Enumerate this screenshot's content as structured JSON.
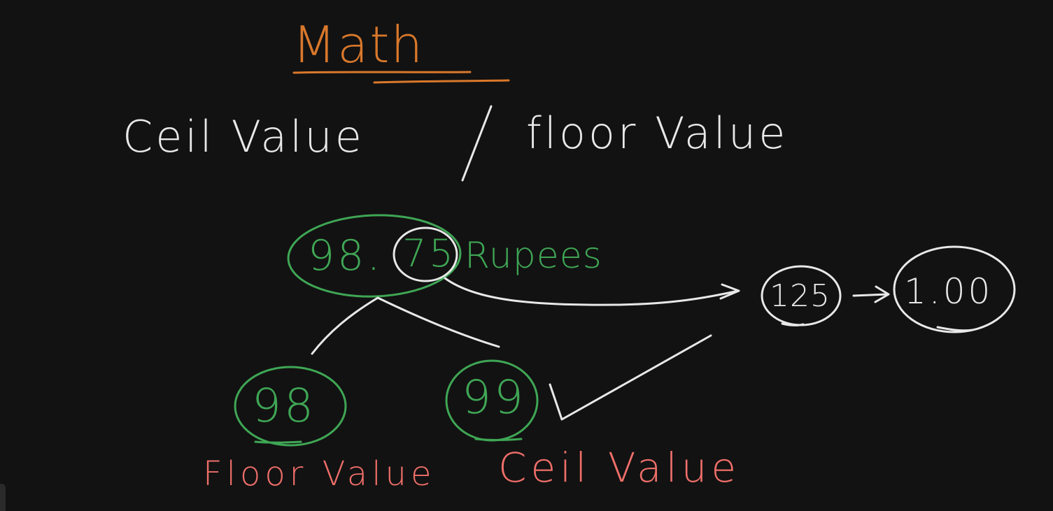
{
  "title": "Math",
  "heading": {
    "left": "Ceil Value",
    "separator": "/",
    "right": "floor Value"
  },
  "example": {
    "value_whole": "98.",
    "value_fraction": "75",
    "unit": "Rupees",
    "floor_result": "98",
    "ceil_result": "99",
    "remainder": "125",
    "remainder_arrow": "→",
    "total": "1.00"
  },
  "labels": {
    "floor": "Floor Value",
    "ceil": "Ceil Value"
  },
  "colors": {
    "background": "#121212",
    "title": "#d9782b",
    "white_ink": "#e8e8e8",
    "green_ink": "#3fa655",
    "red_ink": "#ef6f6a"
  }
}
